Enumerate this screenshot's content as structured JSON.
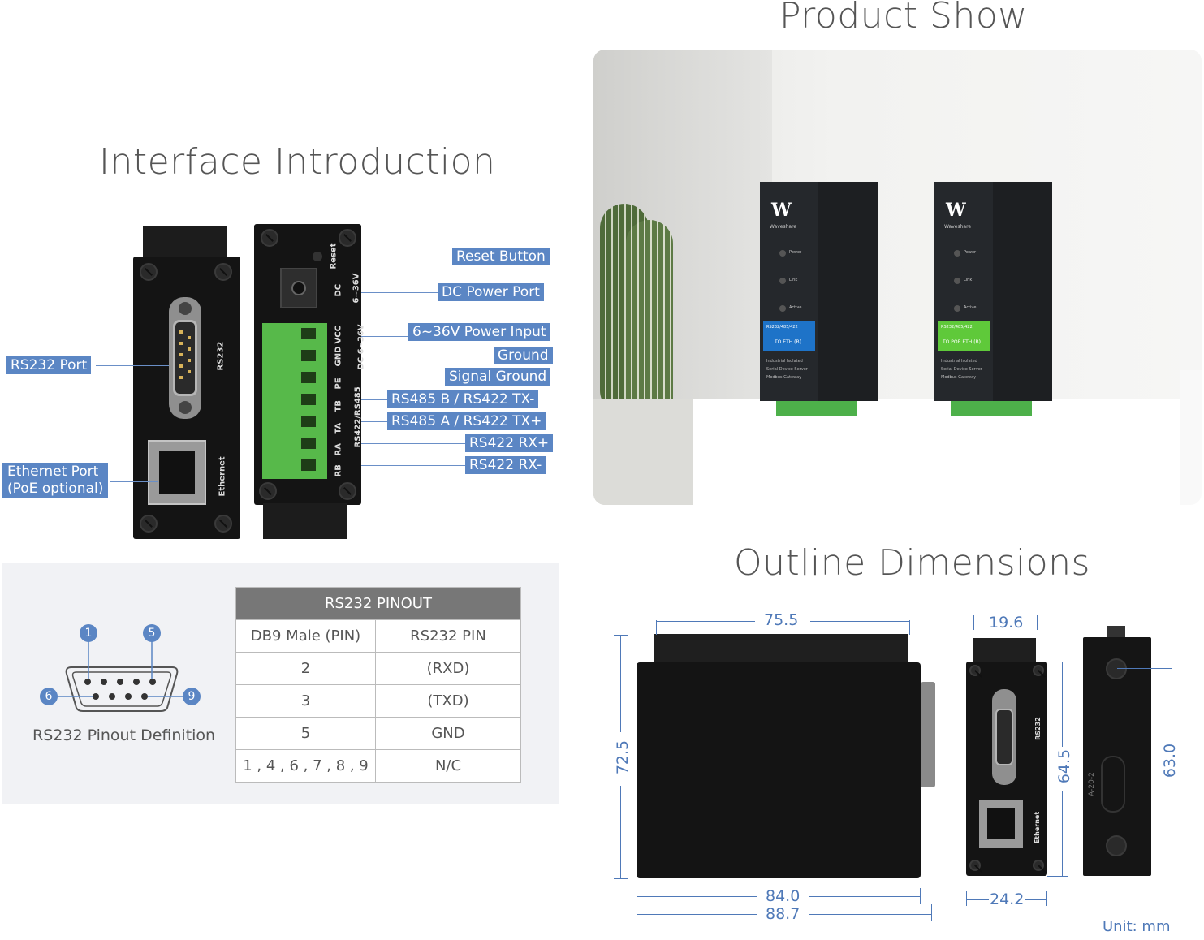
{
  "headings": {
    "interface": "Interface Introduction",
    "product": "Product Show",
    "outline": "Outline Dimensions"
  },
  "labels": {
    "rs232_port": "RS232 Port",
    "ethernet_port_line1": "Ethernet Port",
    "ethernet_port_line2": "(PoE optional)",
    "reset_button": "Reset Button",
    "dc_power_port": "DC Power Port",
    "power_input": "6~36V Power Input",
    "ground": "Ground",
    "signal_ground": "Signal Ground",
    "rs485_b": "RS485 B / RS422 TX-",
    "rs485_a": "RS485 A / RS422 TX+",
    "rs422_rxp": "RS422 RX+",
    "rs422_rxn": "RS422 RX-"
  },
  "device_print": {
    "rs232": "RS232",
    "ethernet": "Ethernet",
    "reset": "Reset",
    "dc": "DC",
    "dc_range": "6~36V",
    "vcc": "VCC",
    "gnd": "GND",
    "dc_range2": "DC 6~36V",
    "pe": "PE",
    "tb": "TB",
    "ta": "TA",
    "ra": "RA",
    "rb": "RB",
    "rs422_rs485": "RS422/RS485"
  },
  "pinout": {
    "caption": "RS232 Pinout Definition",
    "pin_numbers": [
      "1",
      "5",
      "6",
      "9"
    ],
    "table_title": "RS232 PINOUT",
    "headers": [
      "DB9 Male (PIN)",
      "RS232 PIN"
    ],
    "rows": [
      [
        "2",
        "(RXD)"
      ],
      [
        "3",
        "(TXD)"
      ],
      [
        "5",
        "GND"
      ],
      [
        "1 , 4 , 6 , 7 , 8 , 9",
        "N/C"
      ]
    ]
  },
  "product_photo": {
    "brand": "Waveshare",
    "led_labels": [
      "Power",
      "Link",
      "Active"
    ],
    "unit1_model": "RS232/485/422",
    "unit1_sub": "TO ETH (B)",
    "unit2_model": "RS232/485/422",
    "unit2_sub": "TO POE ETH (B)",
    "desc": [
      "Industrial Isolated",
      "Serial Device Server",
      "Modbus Gateway"
    ],
    "colors": {
      "unit1_accent": "#1e73c8",
      "unit2_accent": "#5fc93a"
    }
  },
  "dimensions": {
    "width_top": "75.5",
    "height_left": "72.5",
    "bottom1": "84.0",
    "bottom2": "88.7",
    "front_top": "19.6",
    "front_right": "64.5",
    "front_bottom": "24.2",
    "rail": "63.0",
    "rail_mark": "A-20-2",
    "unit": "Unit: mm",
    "front_rs232": "RS232",
    "front_ethernet": "Ethernet"
  }
}
